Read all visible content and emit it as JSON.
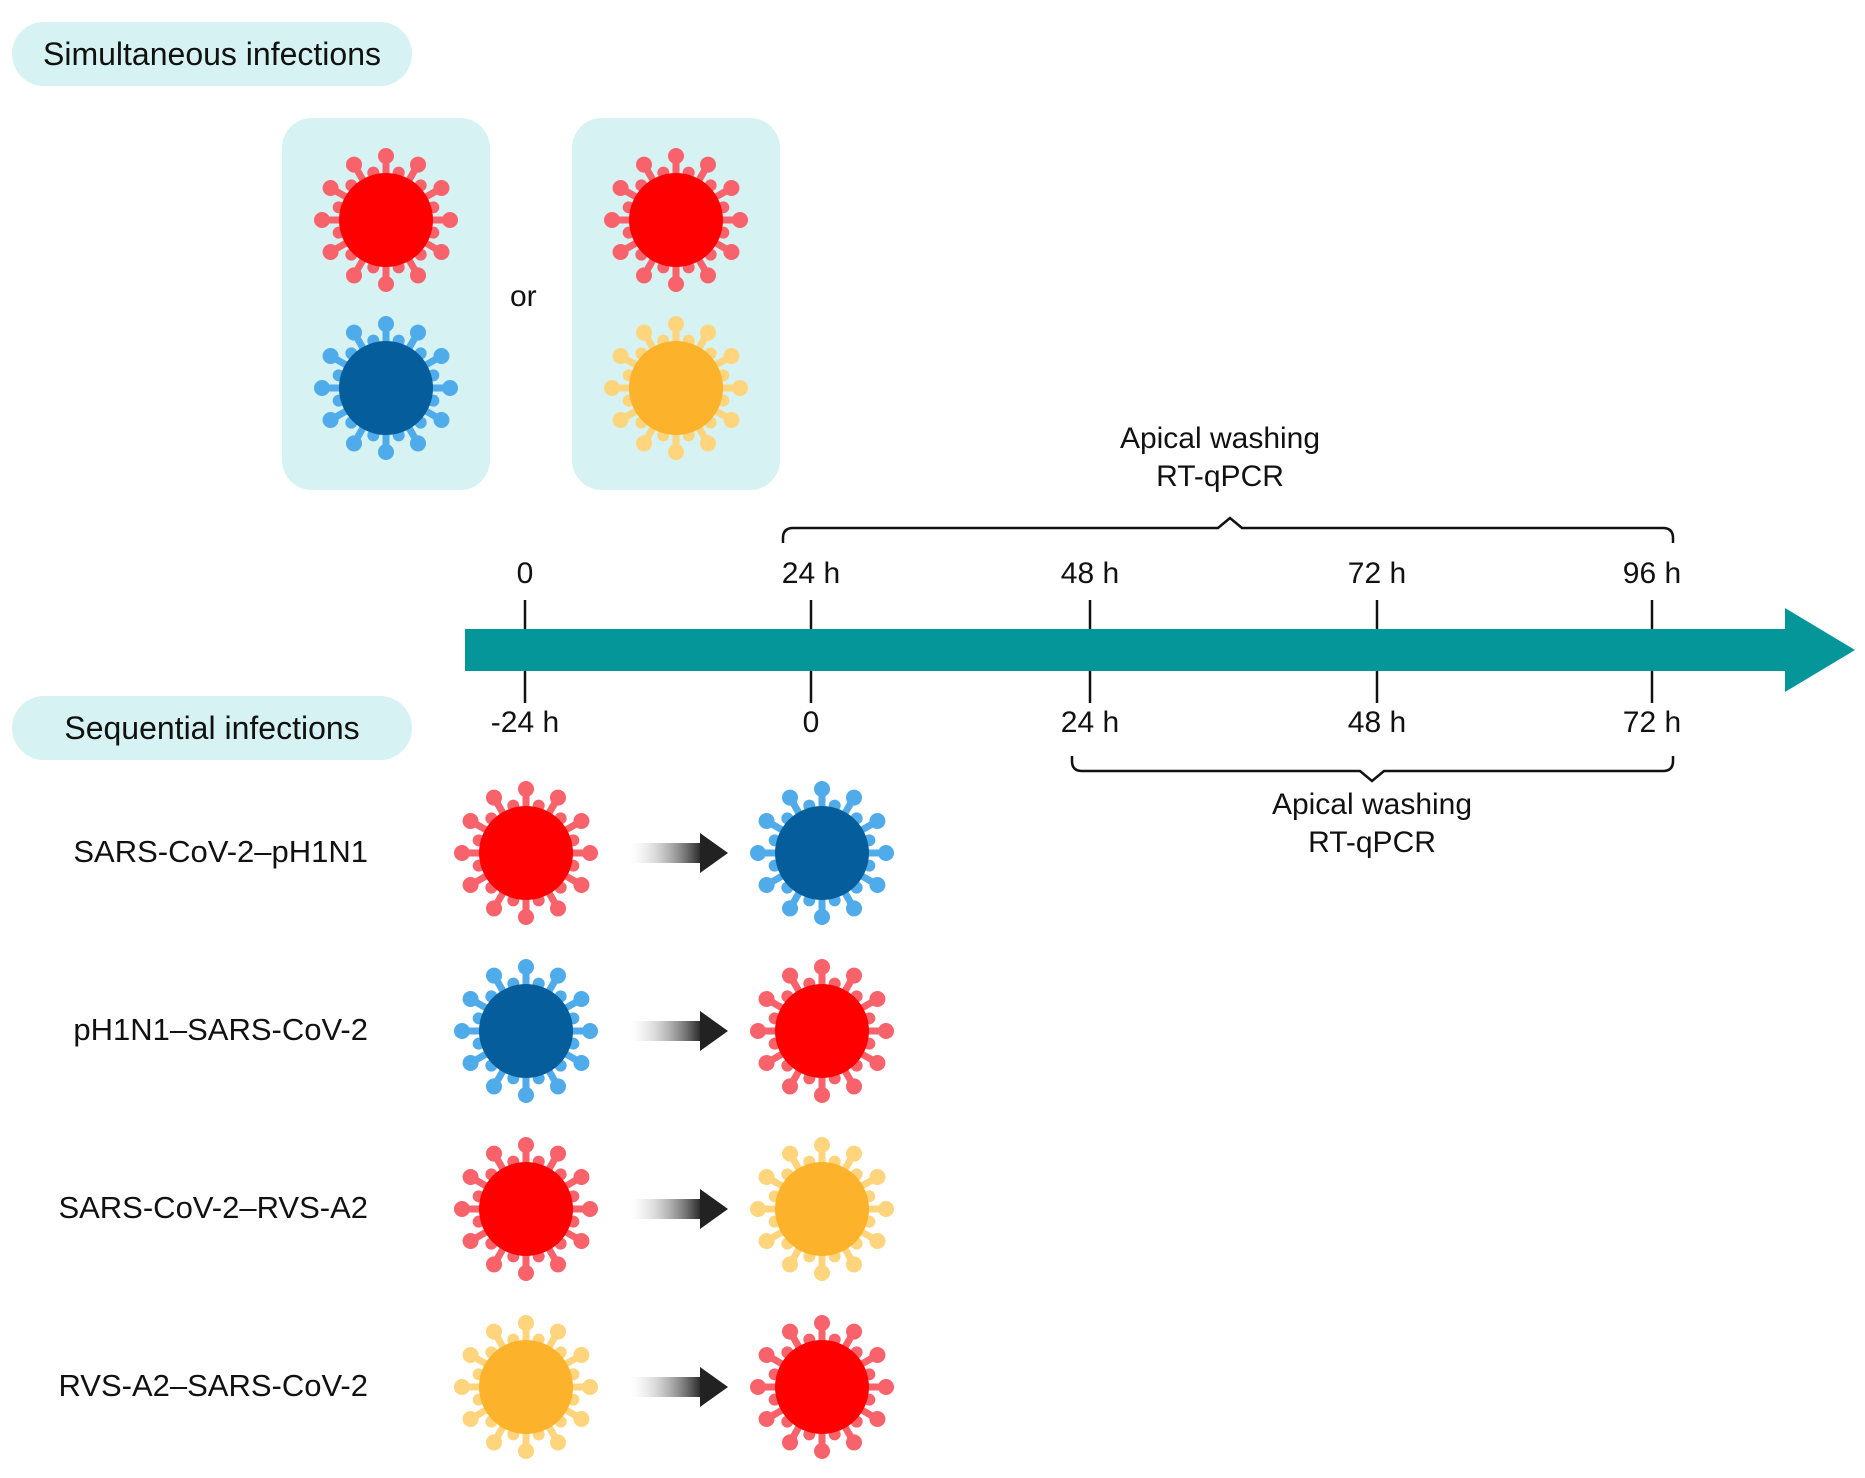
{
  "simultaneous": {
    "title": "Simultaneous infections",
    "or_label": "or",
    "pairs": [
      [
        "sars-cov-2",
        "ph1n1"
      ],
      [
        "sars-cov-2",
        "rvs-a2"
      ]
    ]
  },
  "sequential": {
    "title": "Sequential infections",
    "rows": [
      {
        "label": "SARS-CoV-2–pH1N1",
        "first": "sars-cov-2",
        "second": "ph1n1"
      },
      {
        "label": "pH1N1–SARS-CoV-2",
        "first": "ph1n1",
        "second": "sars-cov-2"
      },
      {
        "label": "SARS-CoV-2–RVS-A2",
        "first": "sars-cov-2",
        "second": "rvs-a2"
      },
      {
        "label": "RVS-A2–SARS-CoV-2",
        "first": "rvs-a2",
        "second": "sars-cov-2"
      }
    ]
  },
  "timeline": {
    "top_labels": [
      "0",
      "24 h",
      "48 h",
      "72 h",
      "96 h"
    ],
    "bottom_labels": [
      "-24 h",
      "0",
      "24 h",
      "48 h",
      "72 h"
    ],
    "top_brace_text": [
      "Apical washing",
      "RT-qPCR"
    ],
    "bottom_brace_text": [
      "Apical washing",
      "RT-qPCR"
    ]
  },
  "colors": {
    "axis": "#05969a",
    "panel": "#d6f2f2",
    "sars-cov-2": {
      "core": "#ff0000",
      "spike": "#f8626b"
    },
    "ph1n1": {
      "core": "#055d9c",
      "spike": "#4fabea"
    },
    "rvs-a2": {
      "core": "#fdb22b",
      "spike": "#fed47c"
    },
    "arrow": "#333333"
  },
  "icons": {
    "virus": "virus-icon",
    "transition_arrow": "arrow-right-icon"
  }
}
